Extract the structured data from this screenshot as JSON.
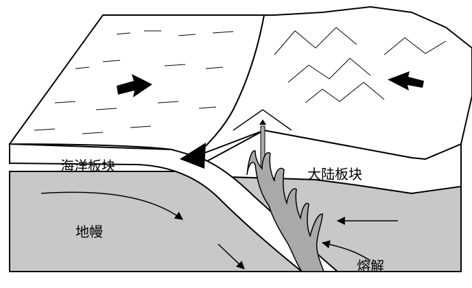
{
  "labels": {
    "oceanic_plate": "海洋板块",
    "continental_plate": "大陆板块",
    "mantle": "地幔",
    "melting": "熔解"
  },
  "colors": {
    "outline": "#000000",
    "mantle_fill": "#c8c8c8",
    "magma_fill": "#a9a9a9",
    "background": "#ffffff"
  },
  "icons": {
    "plate_motion_arrows": "filled-arrow",
    "flow_arrows": "thin-arrow"
  }
}
